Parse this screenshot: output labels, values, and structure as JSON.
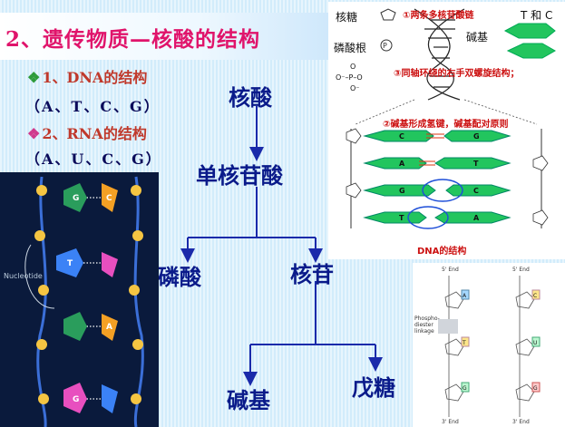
{
  "title": "2、遗传物质—核酸的结构",
  "bullets": [
    {
      "marker": "❖",
      "label": "1、DNA的结构",
      "bases": "（A、T、C、G）"
    },
    {
      "marker": "❖",
      "label": "2、RNA的结构",
      "bases": "（A、U、C、G）"
    }
  ],
  "flow": {
    "nucleic_acid": "核酸",
    "nucleotide": "单核苷酸",
    "phosphate": "磷酸",
    "nucleoside": "核苷",
    "base": "碱基",
    "pentose": "戊糖"
  },
  "dna_figure": {
    "label_sugar": "核糖",
    "label_phosphate": "磷酸根",
    "label_phosphate_symbol": "P",
    "label_tc": "T 和 C",
    "label_base": "碱基",
    "note1": "①两条多核苷酸链",
    "note3": "③同轴环绕的右手双螺旋结构；",
    "note2": "②碱基形成氢键，碱基配对原则",
    "caption": "DNA的结构",
    "pair_letters": [
      "C",
      "G",
      "A",
      "T",
      "G",
      "C",
      "T",
      "A"
    ]
  },
  "nucleotide_figure": {
    "label": "Nucleotide",
    "bases": [
      "G",
      "C",
      "T",
      "A",
      "G"
    ]
  },
  "rna_figure": {
    "top_labels": [
      "5' End",
      "5' End"
    ],
    "mid_label": "Phospho-diester linkage",
    "bottom_labels": [
      "3' End",
      "3' End"
    ],
    "bases": [
      "A",
      "T",
      "G",
      "C",
      "U",
      "G"
    ]
  },
  "colors": {
    "title": "#e0146b",
    "flow_text": "#0a1a8a",
    "arrow": "#1a2aaa",
    "base_green": "#22c55e",
    "note_red": "#cc1010"
  }
}
